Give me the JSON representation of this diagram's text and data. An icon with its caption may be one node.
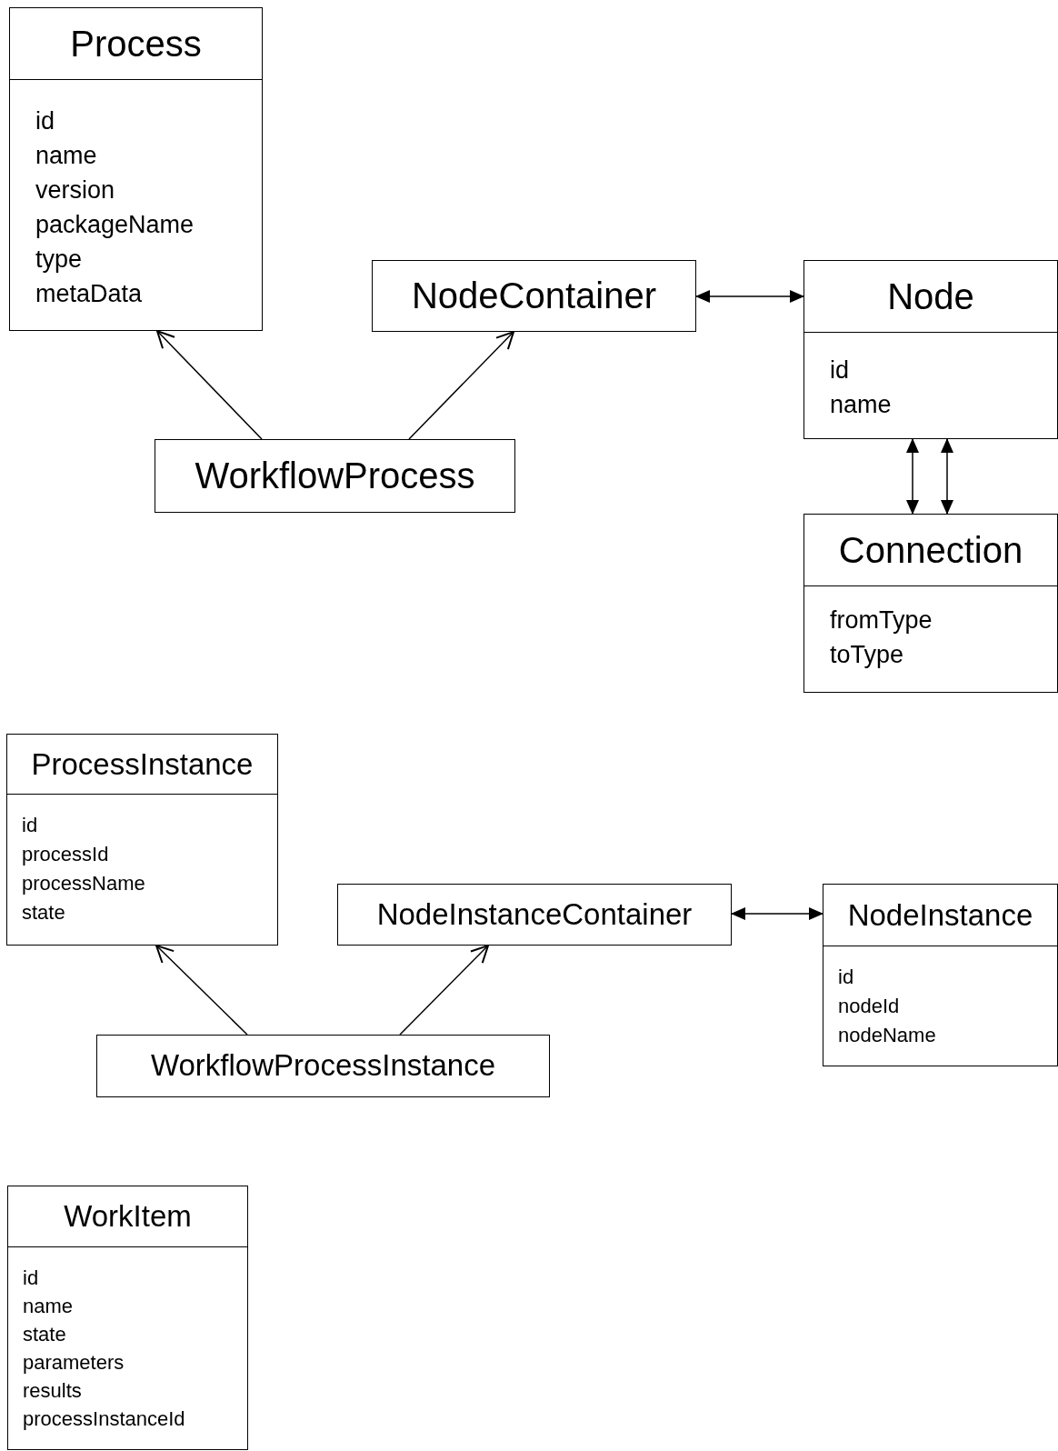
{
  "diagram": {
    "nodes": [
      {
        "text": [
          "Process",
          "id",
          "name",
          "version",
          "packageName",
          "type",
          "metaData"
        ]
      },
      {
        "text": [
          "NodeContainer"
        ]
      },
      {
        "text": [
          "Node",
          "id",
          "name"
        ]
      },
      {
        "text": [
          "WorkflowProcess"
        ]
      },
      {
        "text": [
          "Connection",
          "fromType",
          "toType"
        ]
      },
      {
        "text": [
          "ProcessInstance",
          "id",
          "processId",
          "processName",
          "state"
        ]
      },
      {
        "text": [
          "NodeInstanceContainer"
        ]
      },
      {
        "text": [
          "NodeInstance",
          "id",
          "nodeId",
          "nodeName"
        ]
      },
      {
        "text": [
          "WorkflowProcessInstance"
        ]
      },
      {
        "text": [
          "WorkItem",
          "id",
          "name",
          "state",
          "parameters",
          "results",
          "processInstanceId"
        ]
      }
    ],
    "edges": [
      {
        "from": 3,
        "to": 0,
        "arrow": "to"
      },
      {
        "from": 3,
        "to": 1,
        "arrow": "to"
      },
      {
        "from": 1,
        "to": 2,
        "arrow": "both"
      },
      {
        "from": 2,
        "to": 4,
        "arrow": "both"
      },
      {
        "from": 2,
        "to": 4,
        "arrow": "both"
      },
      {
        "from": 8,
        "to": 5,
        "arrow": "to"
      },
      {
        "from": 8,
        "to": 6,
        "arrow": "to"
      },
      {
        "from": 6,
        "to": 7,
        "arrow": "both"
      }
    ]
  }
}
